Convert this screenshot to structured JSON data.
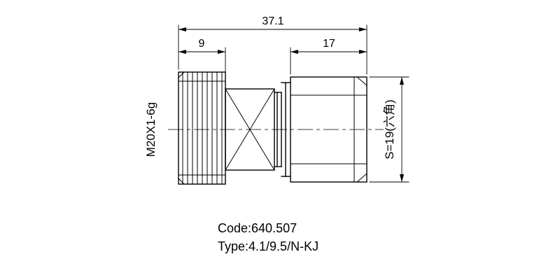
{
  "drawing": {
    "dimensions": {
      "overall_length": "37.1",
      "left_section_length": "9",
      "right_section_length": "17",
      "hex_size_label": "S=19(六角)",
      "thread_spec_label": "M20X1-6g"
    },
    "notes": {
      "code_line": "Code:640.507",
      "type_line": "Type:4.1/9.5/N-KJ"
    }
  }
}
